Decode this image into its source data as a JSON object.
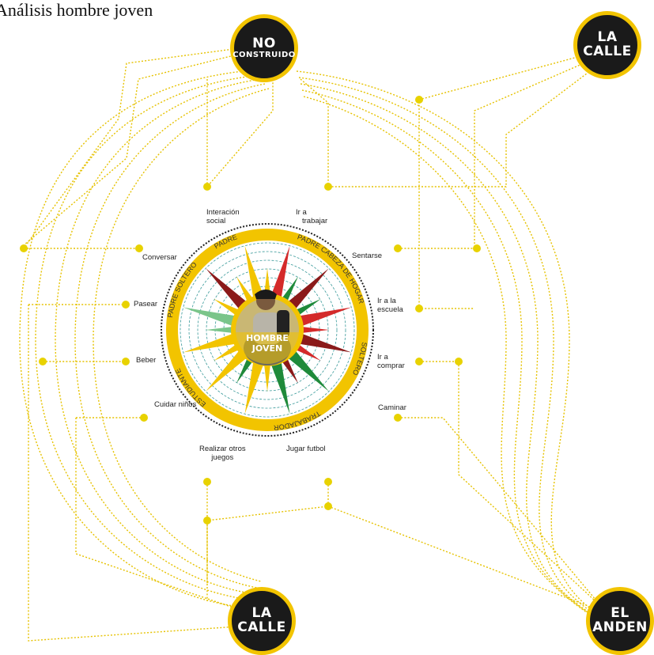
{
  "title": "Análisis hombre joven",
  "nodes": {
    "no_construido": {
      "line1": "NO",
      "line2": "CONSTRUIDO"
    },
    "la_calle_top": {
      "line1": "LA",
      "line2": "CALLE"
    },
    "la_calle_bottom": {
      "line1": "LA",
      "line2": "CALLE"
    },
    "el_anden": {
      "line1": "EL",
      "line2": "ANDEN"
    }
  },
  "center": {
    "line1": "HOMBRE",
    "line2": "JOVEN"
  },
  "roles": [
    "PADRE CABEZA DE HOGAR",
    "SOLTERO",
    "TRABAJADOR",
    "ESTUDIANTE",
    "PADRE SOLTERO",
    "PADRE"
  ],
  "activities": [
    {
      "label1": "Interación",
      "label2": "social"
    },
    {
      "label1": "Ir a",
      "label2": "trabajar"
    },
    {
      "label1": "Sentarse",
      "label2": ""
    },
    {
      "label1": "Ir a la",
      "label2": "escuela"
    },
    {
      "label1": "Ir a",
      "label2": "comprar"
    },
    {
      "label1": "Caminar",
      "label2": ""
    },
    {
      "label1": "Jugar futbol",
      "label2": ""
    },
    {
      "label1": "Realizar otros",
      "label2": "juegos"
    },
    {
      "label1": "Cuidar niños",
      "label2": ""
    },
    {
      "label1": "Beber",
      "label2": ""
    },
    {
      "label1": "Pasear",
      "label2": ""
    },
    {
      "label1": "Conversar",
      "label2": ""
    }
  ],
  "colors": {
    "yellow": "#f2c400",
    "dark_red": "#8b1a1a",
    "red": "#d42a2a",
    "green": "#1f8a3a",
    "light_green": "#7ac58a",
    "node_bg": "#1a1a1a",
    "dotted": "#e6c200",
    "teal": "#3a9a9a"
  }
}
